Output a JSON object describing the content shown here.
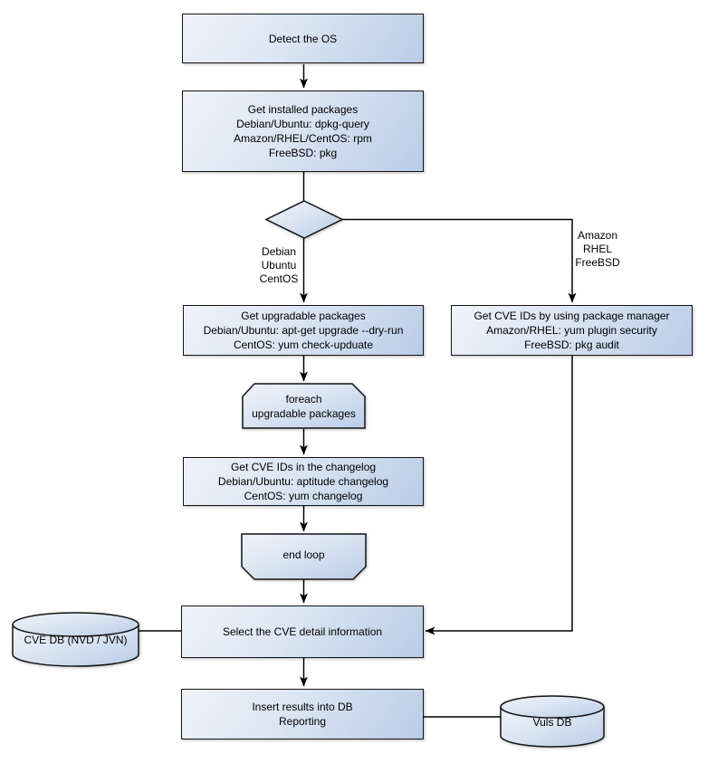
{
  "colors": {
    "background": "#ffffff",
    "node_fill_start": "#eff3f9",
    "node_fill_mid": "#dbe5f2",
    "node_fill_end": "#b9cce7",
    "node_border": "#141414",
    "connector": "#000000",
    "text": "#000000"
  },
  "nodes": {
    "detect_os": {
      "lines": [
        "Detect the OS"
      ]
    },
    "get_installed_packages": {
      "lines": [
        "Get installed packages",
        "Debian/Ubuntu: dpkg-query",
        "Amazon/RHEL/CentOS: rpm",
        "FreeBSD: pkg"
      ]
    },
    "get_upgradable_packages": {
      "lines": [
        "Get upgradable packages",
        "Debian/Ubuntu: apt-get upgrade --dry-run",
        "CentOS: yum check-upduate"
      ]
    },
    "get_cve_ids_package_manager": {
      "lines": [
        "Get CVE IDs by using package manager",
        "Amazon/RHEL: yum plugin security",
        "FreeBSD: pkg audit"
      ]
    },
    "foreach_loop_start": {
      "lines": [
        "foreach",
        "upgradable packages"
      ]
    },
    "get_cve_ids_changelog": {
      "lines": [
        "Get CVE IDs in the changelog",
        "Debian/Ubuntu: aptitude changelog",
        "CentOS: yum changelog"
      ]
    },
    "end_loop": {
      "lines": [
        "end loop"
      ]
    },
    "select_cve_detail": {
      "lines": [
        "Select the CVE detail information"
      ]
    },
    "cve_db": {
      "label": "CVE DB (NVD / JVN)"
    },
    "insert_results": {
      "lines": [
        "Insert results into DB",
        "Reporting"
      ]
    },
    "vuls_db": {
      "label": "Vuls DB"
    }
  },
  "edge_labels": {
    "left_branch": {
      "lines": [
        "Debian",
        "Ubuntu",
        "CentOS"
      ]
    },
    "right_branch": {
      "lines": [
        "Amazon",
        "RHEL",
        "FreeBSD"
      ]
    }
  }
}
